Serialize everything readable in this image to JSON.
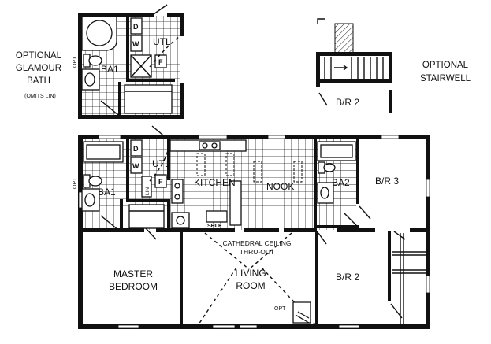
{
  "optional_glamour_bath": {
    "title_line1": "OPTIONAL",
    "title_line2": "GLAMOUR",
    "title_line3": "BATH",
    "note": "(OMITS LIN)",
    "labels": {
      "utl": "UTL",
      "ba1": "BA1",
      "w": "W",
      "d": "D",
      "f": "F",
      "opt": "OPT"
    }
  },
  "optional_stairwell": {
    "title_line1": "OPTIONAL",
    "title_line2": "STAIRWELL",
    "room": "B/R 2"
  },
  "main_plan": {
    "rooms": {
      "kitchen": "KITCHEN",
      "nook": "NOOK",
      "utl": "UTL",
      "ba1": "BA1",
      "ba2": "BA2",
      "br3": "B/R 3",
      "br2": "B/R 2",
      "master_line1": "MASTER",
      "master_line2": "BEDROOM",
      "living_line1": "LIVING",
      "living_line2": "ROOM"
    },
    "ceiling_note_line1": "CATHEDRAL CEILING",
    "ceiling_note_line2": "THRU-OUT",
    "fixtures": {
      "w": "W",
      "d": "D",
      "f": "F",
      "lin": "LIN",
      "shlf": "SHLF",
      "opt_bath": "OPT",
      "opt_fireplace": "OPT"
    }
  }
}
